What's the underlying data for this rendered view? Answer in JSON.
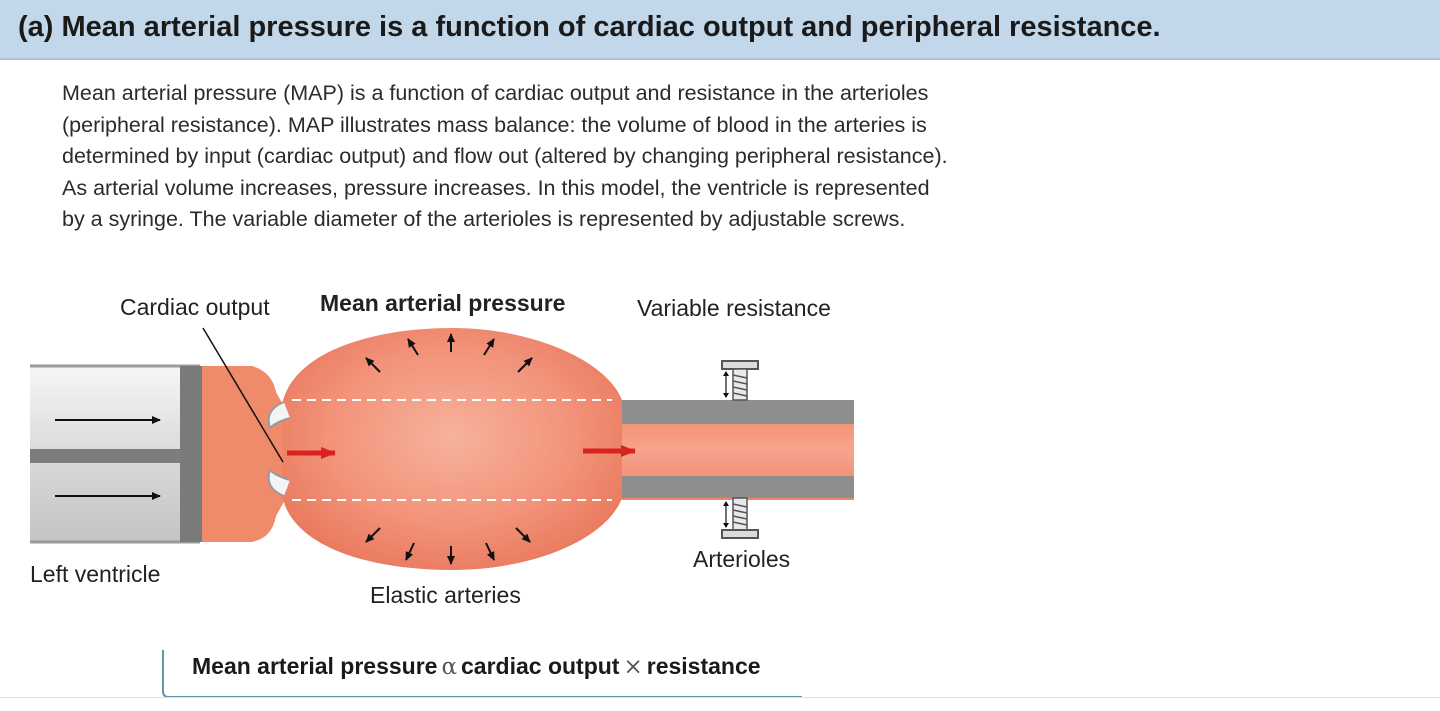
{
  "header": {
    "title": "(a) Mean arterial pressure is a function of cardiac output and peripheral resistance."
  },
  "paragraph": {
    "lines": [
      "Mean arterial pressure (MAP) is a function of cardiac output and resistance in the arterioles",
      "(peripheral resistance). MAP illustrates mass balance: the volume of blood in the arteries is",
      "determined by input (cardiac output) and flow out (altered by changing peripheral resistance).",
      "As arterial volume increases, pressure increases. In this model, the ventricle is represented",
      "by a syringe. The variable diameter of the arterioles is represented by adjustable screws."
    ]
  },
  "labels": {
    "cardiac_output": "Cardiac output",
    "mean_arterial_pressure": "Mean arterial pressure",
    "variable_resistance": "Variable resistance",
    "left_ventricle": "Left ventricle",
    "elastic_arteries": "Elastic arteries",
    "arterioles": "Arterioles"
  },
  "formula": {
    "left": "Mean arterial pressure",
    "proportional_symbol": "α",
    "middle": "cardiac output",
    "times_symbol": "×",
    "right": "resistance"
  },
  "colors": {
    "header_bg": "#c3d7ea",
    "blood": "#f08a6c",
    "arrow_red": "#d8231f",
    "gray_wall": "#8c8c8c",
    "formula_rule": "#5f97a8"
  }
}
